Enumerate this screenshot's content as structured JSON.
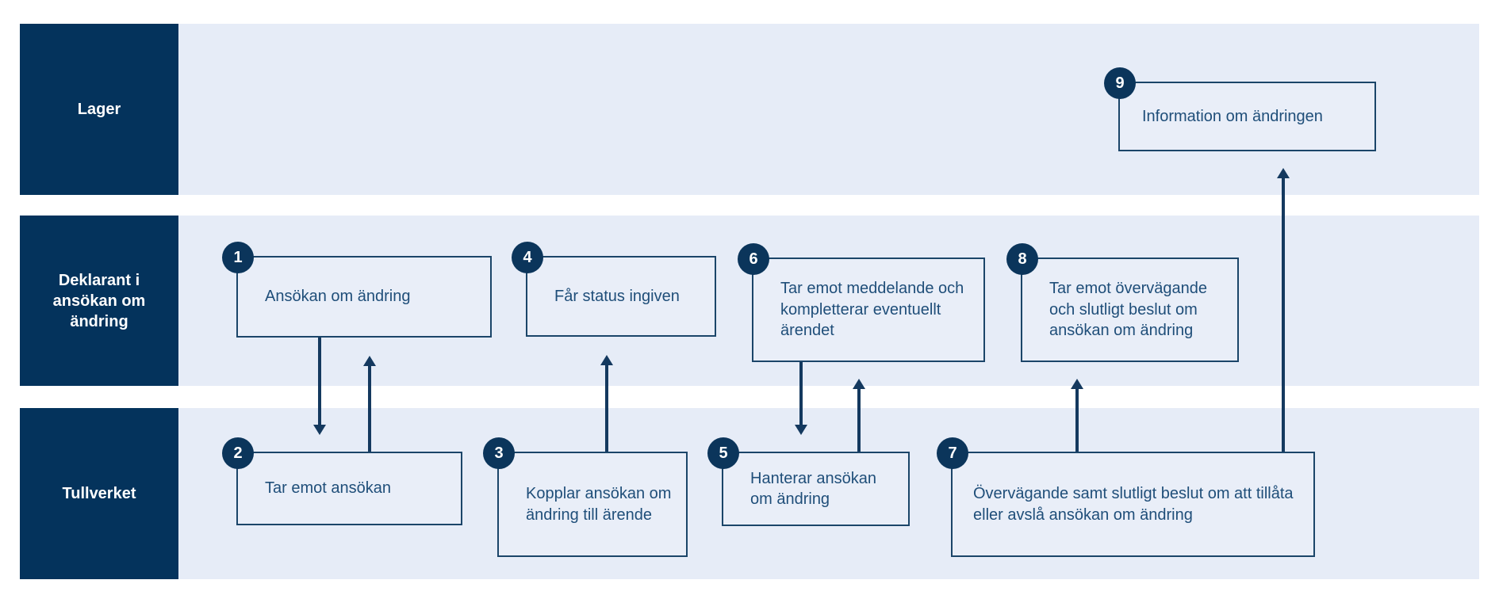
{
  "diagram": {
    "type": "swimlane-flowchart",
    "lanes": [
      {
        "label": "Lager"
      },
      {
        "label": "Deklarant i ansökan om ändring"
      },
      {
        "label": "Tullverket"
      }
    ],
    "steps": [
      {
        "number": "1",
        "lane": "Deklarant i ansökan om ändring",
        "label": "Ansökan om ändring"
      },
      {
        "number": "2",
        "lane": "Tullverket",
        "label": "Tar emot ansökan"
      },
      {
        "number": "3",
        "lane": "Tullverket",
        "label": "Kopplar ansökan om ändring till ärende"
      },
      {
        "number": "4",
        "lane": "Deklarant i ansökan om ändring",
        "label": "Får status ingiven"
      },
      {
        "number": "5",
        "lane": "Tullverket",
        "label": "Hanterar ansökan om ändring"
      },
      {
        "number": "6",
        "lane": "Deklarant i ansökan om ändring",
        "label": "Tar emot meddelande och kompletterar eventuellt ärendet"
      },
      {
        "number": "7",
        "lane": "Tullverket",
        "label": "Övervägande samt slutligt beslut om att tillåta eller avslå ansökan om ändring"
      },
      {
        "number": "8",
        "lane": "Deklarant i ansökan om ändring",
        "label": "Tar emot övervägande och slutligt beslut om ansökan om ändring"
      },
      {
        "number": "9",
        "lane": "Lager",
        "label": "Information om ändringen"
      }
    ],
    "arrows": [
      {
        "from": "1",
        "to": "2",
        "direction": "down"
      },
      {
        "from": "2",
        "to": "1",
        "direction": "up"
      },
      {
        "from": "3",
        "to": "4",
        "direction": "up"
      },
      {
        "from": "6",
        "to": "5",
        "direction": "down"
      },
      {
        "from": "5",
        "to": "6",
        "direction": "up"
      },
      {
        "from": "7",
        "to": "8",
        "direction": "up"
      },
      {
        "from": "7",
        "to": "9",
        "direction": "up"
      }
    ],
    "colors": {
      "lane_header": "#04335c",
      "lane_background": "#e6ecf7",
      "box_border": "#1b4569",
      "box_fill": "#e9eef8",
      "text": "#1f4e79",
      "badge": "#0b355b",
      "arrow": "#14395f",
      "page_background": "#ffffff"
    }
  }
}
